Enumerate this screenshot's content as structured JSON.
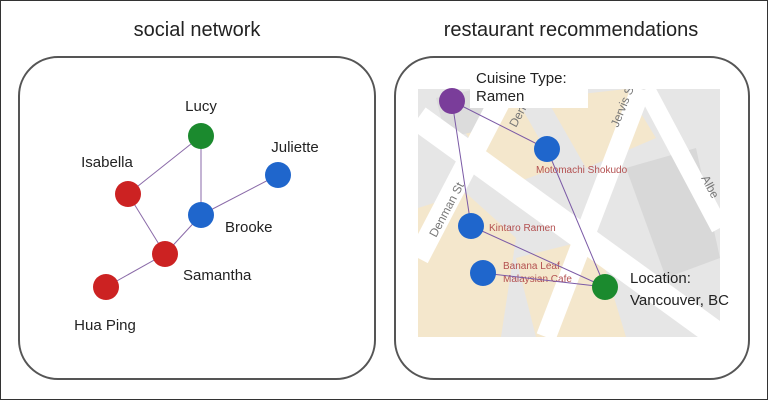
{
  "social_network": {
    "title": "social network",
    "nodes": [
      {
        "id": "lucy",
        "label": "Lucy",
        "color": "#1b8a2e"
      },
      {
        "id": "isabella",
        "label": "Isabella",
        "color": "#cc2222"
      },
      {
        "id": "juliette",
        "label": "Juliette",
        "color": "#1f66cc"
      },
      {
        "id": "brooke",
        "label": "Brooke",
        "color": "#1f66cc"
      },
      {
        "id": "samantha",
        "label": "Samantha",
        "color": "#cc2222"
      },
      {
        "id": "huaping",
        "label": "Hua Ping",
        "color": "#cc2222"
      }
    ],
    "edges": [
      [
        "lucy",
        "isabella"
      ],
      [
        "lucy",
        "brooke"
      ],
      [
        "juliette",
        "brooke"
      ],
      [
        "isabella",
        "samantha"
      ],
      [
        "brooke",
        "samantha"
      ],
      [
        "samantha",
        "huaping"
      ]
    ]
  },
  "restaurant_recommendations": {
    "title": "restaurant recommendations",
    "cuisine_label": "Cuisine Type:",
    "cuisine_value": "Ramen",
    "location_label": "Location:",
    "location_value": "Vancouver, BC",
    "streets": [
      "Denman St",
      "Denman St",
      "Jervis St",
      "Albe"
    ],
    "restaurants": [
      "Motomachi Shokudo",
      "Kintaro Ramen",
      "Banana Leaf",
      "Malaysian Cafe"
    ],
    "colors": {
      "cuisine": "#7a3d9a",
      "restaurant": "#1f66cc",
      "location": "#1b8a2e",
      "edge": "#7b5aa6"
    }
  }
}
